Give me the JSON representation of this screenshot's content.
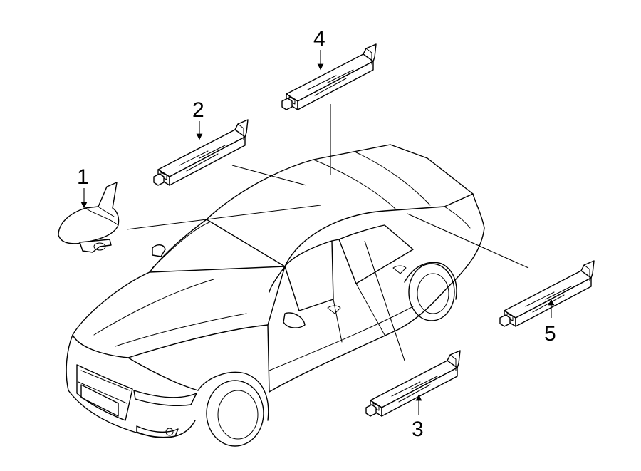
{
  "diagram": {
    "callouts": [
      "1",
      "2",
      "3",
      "4",
      "5"
    ]
  },
  "parts": [
    {
      "callout": "1",
      "icon": "shark-fin-antenna-icon"
    },
    {
      "callout": "2",
      "icon": "antenna-module-icon"
    },
    {
      "callout": "3",
      "icon": "antenna-module-icon"
    },
    {
      "callout": "4",
      "icon": "antenna-module-icon"
    },
    {
      "callout": "5",
      "icon": "antenna-module-icon"
    }
  ],
  "vehicle": {
    "icon": "sedan-car-icon"
  },
  "colors": {
    "line": "#000000",
    "background": "#ffffff"
  }
}
